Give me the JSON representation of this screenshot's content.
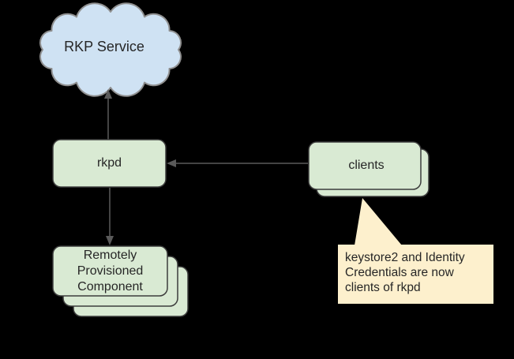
{
  "diagram": {
    "background": "#000000",
    "text_color": "#262626",
    "connector_color": "#5a5a5a",
    "nodes": {
      "rkp_service": {
        "label": "RKP Service",
        "shape": "cloud",
        "fill": "#cfe2f3",
        "stroke": "#8f8f8f"
      },
      "rkpd": {
        "label": "rkpd",
        "shape": "rounded-rect",
        "fill": "#d9ead3",
        "stroke": "#3c3c3c"
      },
      "clients": {
        "label": "clients",
        "shape": "stacked-rounded-rect",
        "stack_count": 2,
        "fill": "#d9ead3",
        "stroke": "#3c3c3c"
      },
      "remotely_provisioned_component": {
        "label": "Remotely Provisioned Component",
        "shape": "stacked-rounded-rect",
        "stack_count": 3,
        "fill": "#d9ead3",
        "stroke": "#3c3c3c"
      }
    },
    "callout": {
      "text": "keystore2 and Identity Credentials are now clients of rkpd",
      "fill": "#fdf0cd",
      "points_to": "clients"
    },
    "edges": [
      {
        "from": "rkpd",
        "to": "rkp_service",
        "direction": "up"
      },
      {
        "from": "clients",
        "to": "rkpd",
        "direction": "left"
      },
      {
        "from": "rkpd",
        "to": "remotely_provisioned_component",
        "direction": "down"
      }
    ]
  }
}
